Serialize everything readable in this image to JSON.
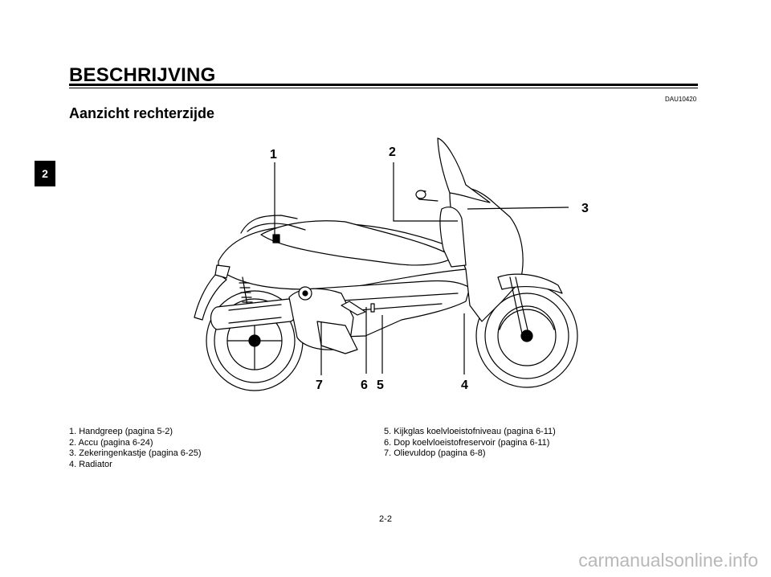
{
  "header": {
    "title": "BESCHRIJVING",
    "doc_code": "DAU10420",
    "subtitle": "Aanzicht rechterzijde"
  },
  "chapter_tab": "2",
  "figure": {
    "callouts": [
      {
        "id": "c1",
        "label": "1"
      },
      {
        "id": "c2",
        "label": "2"
      },
      {
        "id": "c3",
        "label": "3"
      },
      {
        "id": "c4",
        "label": "4"
      },
      {
        "id": "c5",
        "label": "5"
      },
      {
        "id": "c6",
        "label": "6"
      },
      {
        "id": "c7",
        "label": "7"
      }
    ]
  },
  "legend": {
    "left": [
      "1. Handgreep (pagina 5-2)",
      "2. Accu (pagina 6-24)",
      "3. Zekeringenkastje (pagina 6-25)",
      "4. Radiator"
    ],
    "right": [
      "5. Kijkglas koelvloeistofniveau (pagina 6-11)",
      "6. Dop koelvloeistofreservoir (pagina 6-11)",
      "7. Olievuldop (pagina 6-8)"
    ]
  },
  "page_number": "2-2",
  "watermark": "carmanualsonline.info"
}
